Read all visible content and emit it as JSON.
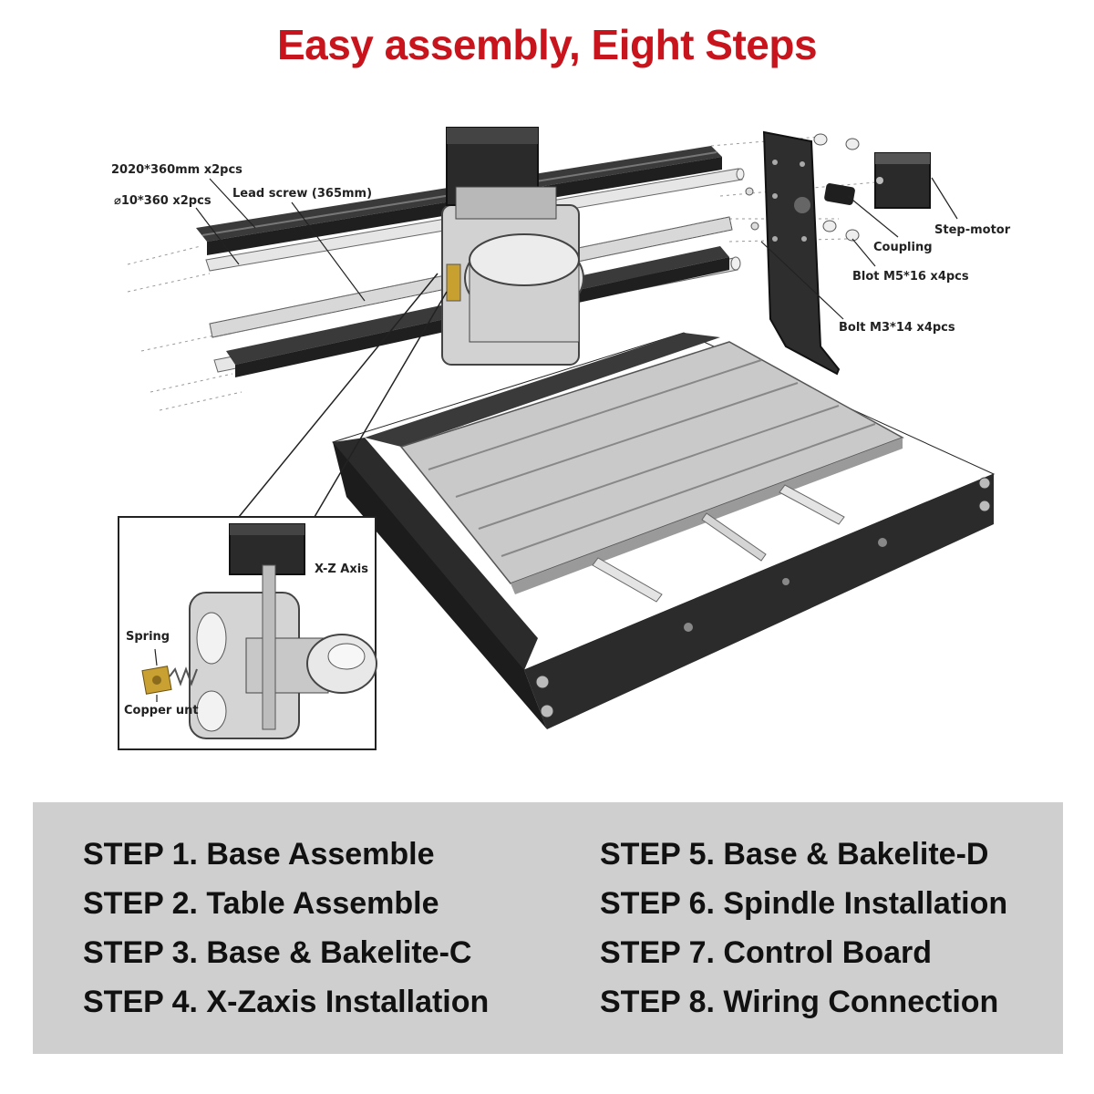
{
  "title": "Easy assembly, Eight Steps",
  "colors": {
    "title": "#c8141c",
    "panel": "#cfcfcf",
    "frame": "#2b2b2b",
    "aluminum": "#c9c9c9"
  },
  "callouts": {
    "extrusion": "2020*360mm x2pcs",
    "rod": "⌀10*360 x2pcs",
    "lead_screw": "Lead screw (365mm)",
    "step_motor": "Step-motor",
    "coupling": "Coupling",
    "blot": "Blot M5*16 x4pcs",
    "bolt": "Bolt M3*14 x4pcs",
    "xz_axis": "X-Z Axis",
    "spring": "Spring",
    "copper_nut": "Copper unt"
  },
  "steps_left": [
    "STEP 1. Base Assemble",
    "STEP 2. Table Assemble",
    "STEP 3. Base & Bakelite-C",
    "STEP 4. X-Zaxis Installation"
  ],
  "steps_right": [
    "STEP 5. Base & Bakelite-D",
    "STEP 6. Spindle Installation",
    "STEP 7. Control Board",
    "STEP 8. Wiring Connection"
  ]
}
